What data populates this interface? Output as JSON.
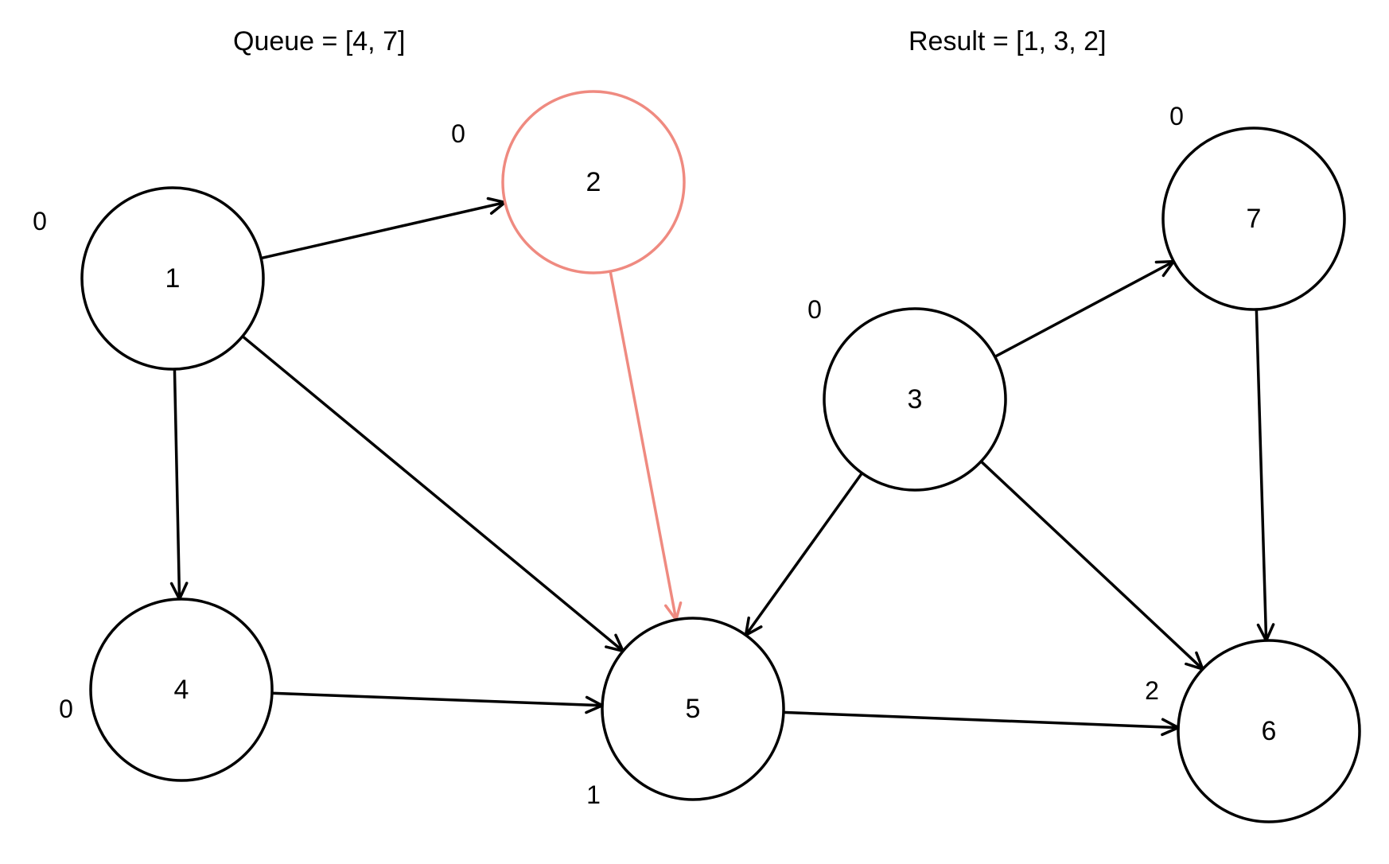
{
  "queue_label": "Queue = [4, 7]",
  "result_label": "Result = [1, 3, 2]",
  "colors": {
    "default": "#000000",
    "highlight": "#ef8a80"
  },
  "nodes": [
    {
      "id": "1",
      "label": "1",
      "in_degree": "0",
      "highlight": false
    },
    {
      "id": "2",
      "label": "2",
      "in_degree": "0",
      "highlight": true
    },
    {
      "id": "3",
      "label": "3",
      "in_degree": "0",
      "highlight": false
    },
    {
      "id": "4",
      "label": "4",
      "in_degree": "0",
      "highlight": false
    },
    {
      "id": "5",
      "label": "5",
      "in_degree": "1",
      "highlight": false
    },
    {
      "id": "6",
      "label": "6",
      "in_degree": "2",
      "highlight": false
    },
    {
      "id": "7",
      "label": "7",
      "in_degree": "0",
      "highlight": false
    }
  ],
  "edges": [
    {
      "from": "1",
      "to": "2",
      "highlight": false
    },
    {
      "from": "1",
      "to": "4",
      "highlight": false
    },
    {
      "from": "1",
      "to": "5",
      "highlight": false
    },
    {
      "from": "2",
      "to": "5",
      "highlight": true
    },
    {
      "from": "4",
      "to": "5",
      "highlight": false
    },
    {
      "from": "3",
      "to": "5",
      "highlight": false
    },
    {
      "from": "3",
      "to": "6",
      "highlight": false
    },
    {
      "from": "3",
      "to": "7",
      "highlight": false
    },
    {
      "from": "7",
      "to": "6",
      "highlight": false
    },
    {
      "from": "5",
      "to": "6",
      "highlight": false
    }
  ]
}
